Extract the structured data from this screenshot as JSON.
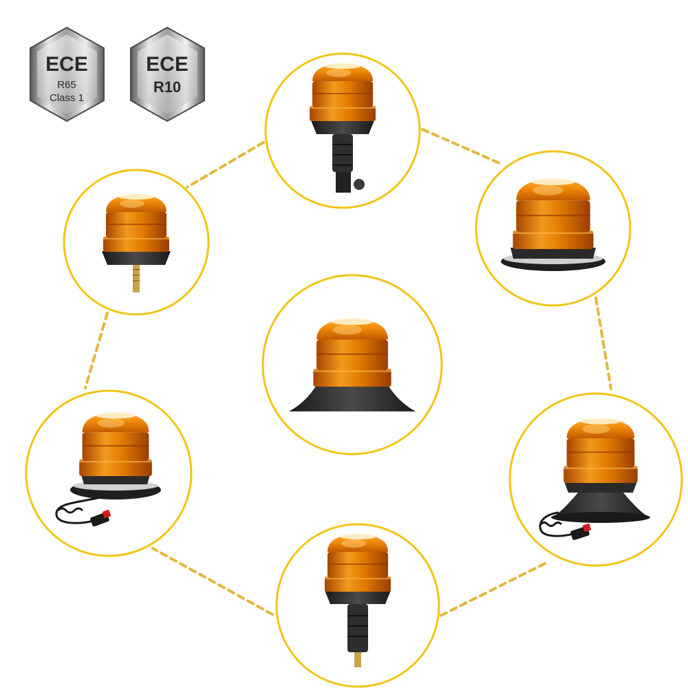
{
  "badges": [
    {
      "title": "ECE",
      "line2": "R65",
      "line3": "Class 1"
    },
    {
      "title": "ECE",
      "line2": "R10",
      "line3": ""
    }
  ],
  "products": [
    {
      "mount": "flexible-din-pole",
      "position": "top"
    },
    {
      "mount": "three-bolt",
      "position": "upper-right"
    },
    {
      "mount": "magnetic-cigarette-plug",
      "position": "lower-right"
    },
    {
      "mount": "flexible-din-pole",
      "position": "bottom"
    },
    {
      "mount": "magnetic-cigarette-plug",
      "position": "lower-left"
    },
    {
      "mount": "single-bolt",
      "position": "upper-left"
    },
    {
      "mount": "three-bolt-low-base",
      "position": "center"
    }
  ],
  "colors": {
    "ring": "#f2c414",
    "dashes": "#e3b63c",
    "lens": "#f08a08",
    "lens_dark": "#b24a00",
    "base": "#2b2b2b"
  }
}
